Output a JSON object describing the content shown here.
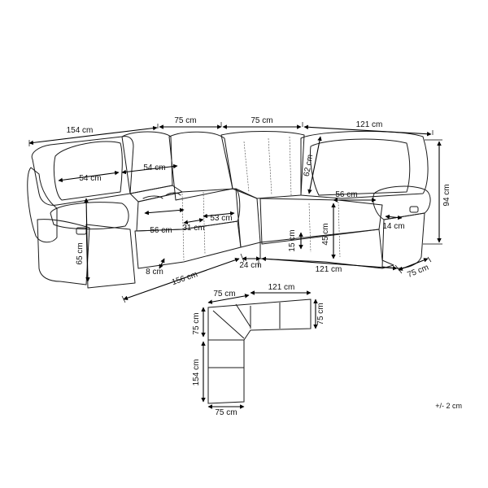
{
  "colors": {
    "line": "#1a1a1a",
    "text": "#111111",
    "background": "#ffffff"
  },
  "main_view": {
    "top_154": "154 cm",
    "top_75a": "75 cm",
    "top_75b": "75 cm",
    "top_121": "121 cm",
    "height_94": "94 cm",
    "backrest_62": "62 cm",
    "seat_54a": "54 cm",
    "seat_54b": "54 cm",
    "depth_56a": "56 cm",
    "console_31": "31 cm",
    "seat_53": "53 cm",
    "depth_56b": "56 cm",
    "height_65": "65 cm",
    "leg_8": "8 cm",
    "seat_15": "15 cm",
    "seat_45": "45 cm",
    "arm_14": "14 cm",
    "bottom_156": "156 cm",
    "bottom_24": "24 cm",
    "bottom_121": "121 cm",
    "bottom_75": "75 cm"
  },
  "plan_view": {
    "top_75": "75 cm",
    "top_121": "121 cm",
    "right_75": "75 cm",
    "left_75": "75 cm",
    "left_154": "154 cm",
    "bottom_75": "75 cm"
  },
  "tolerance": "+/- 2 cm"
}
